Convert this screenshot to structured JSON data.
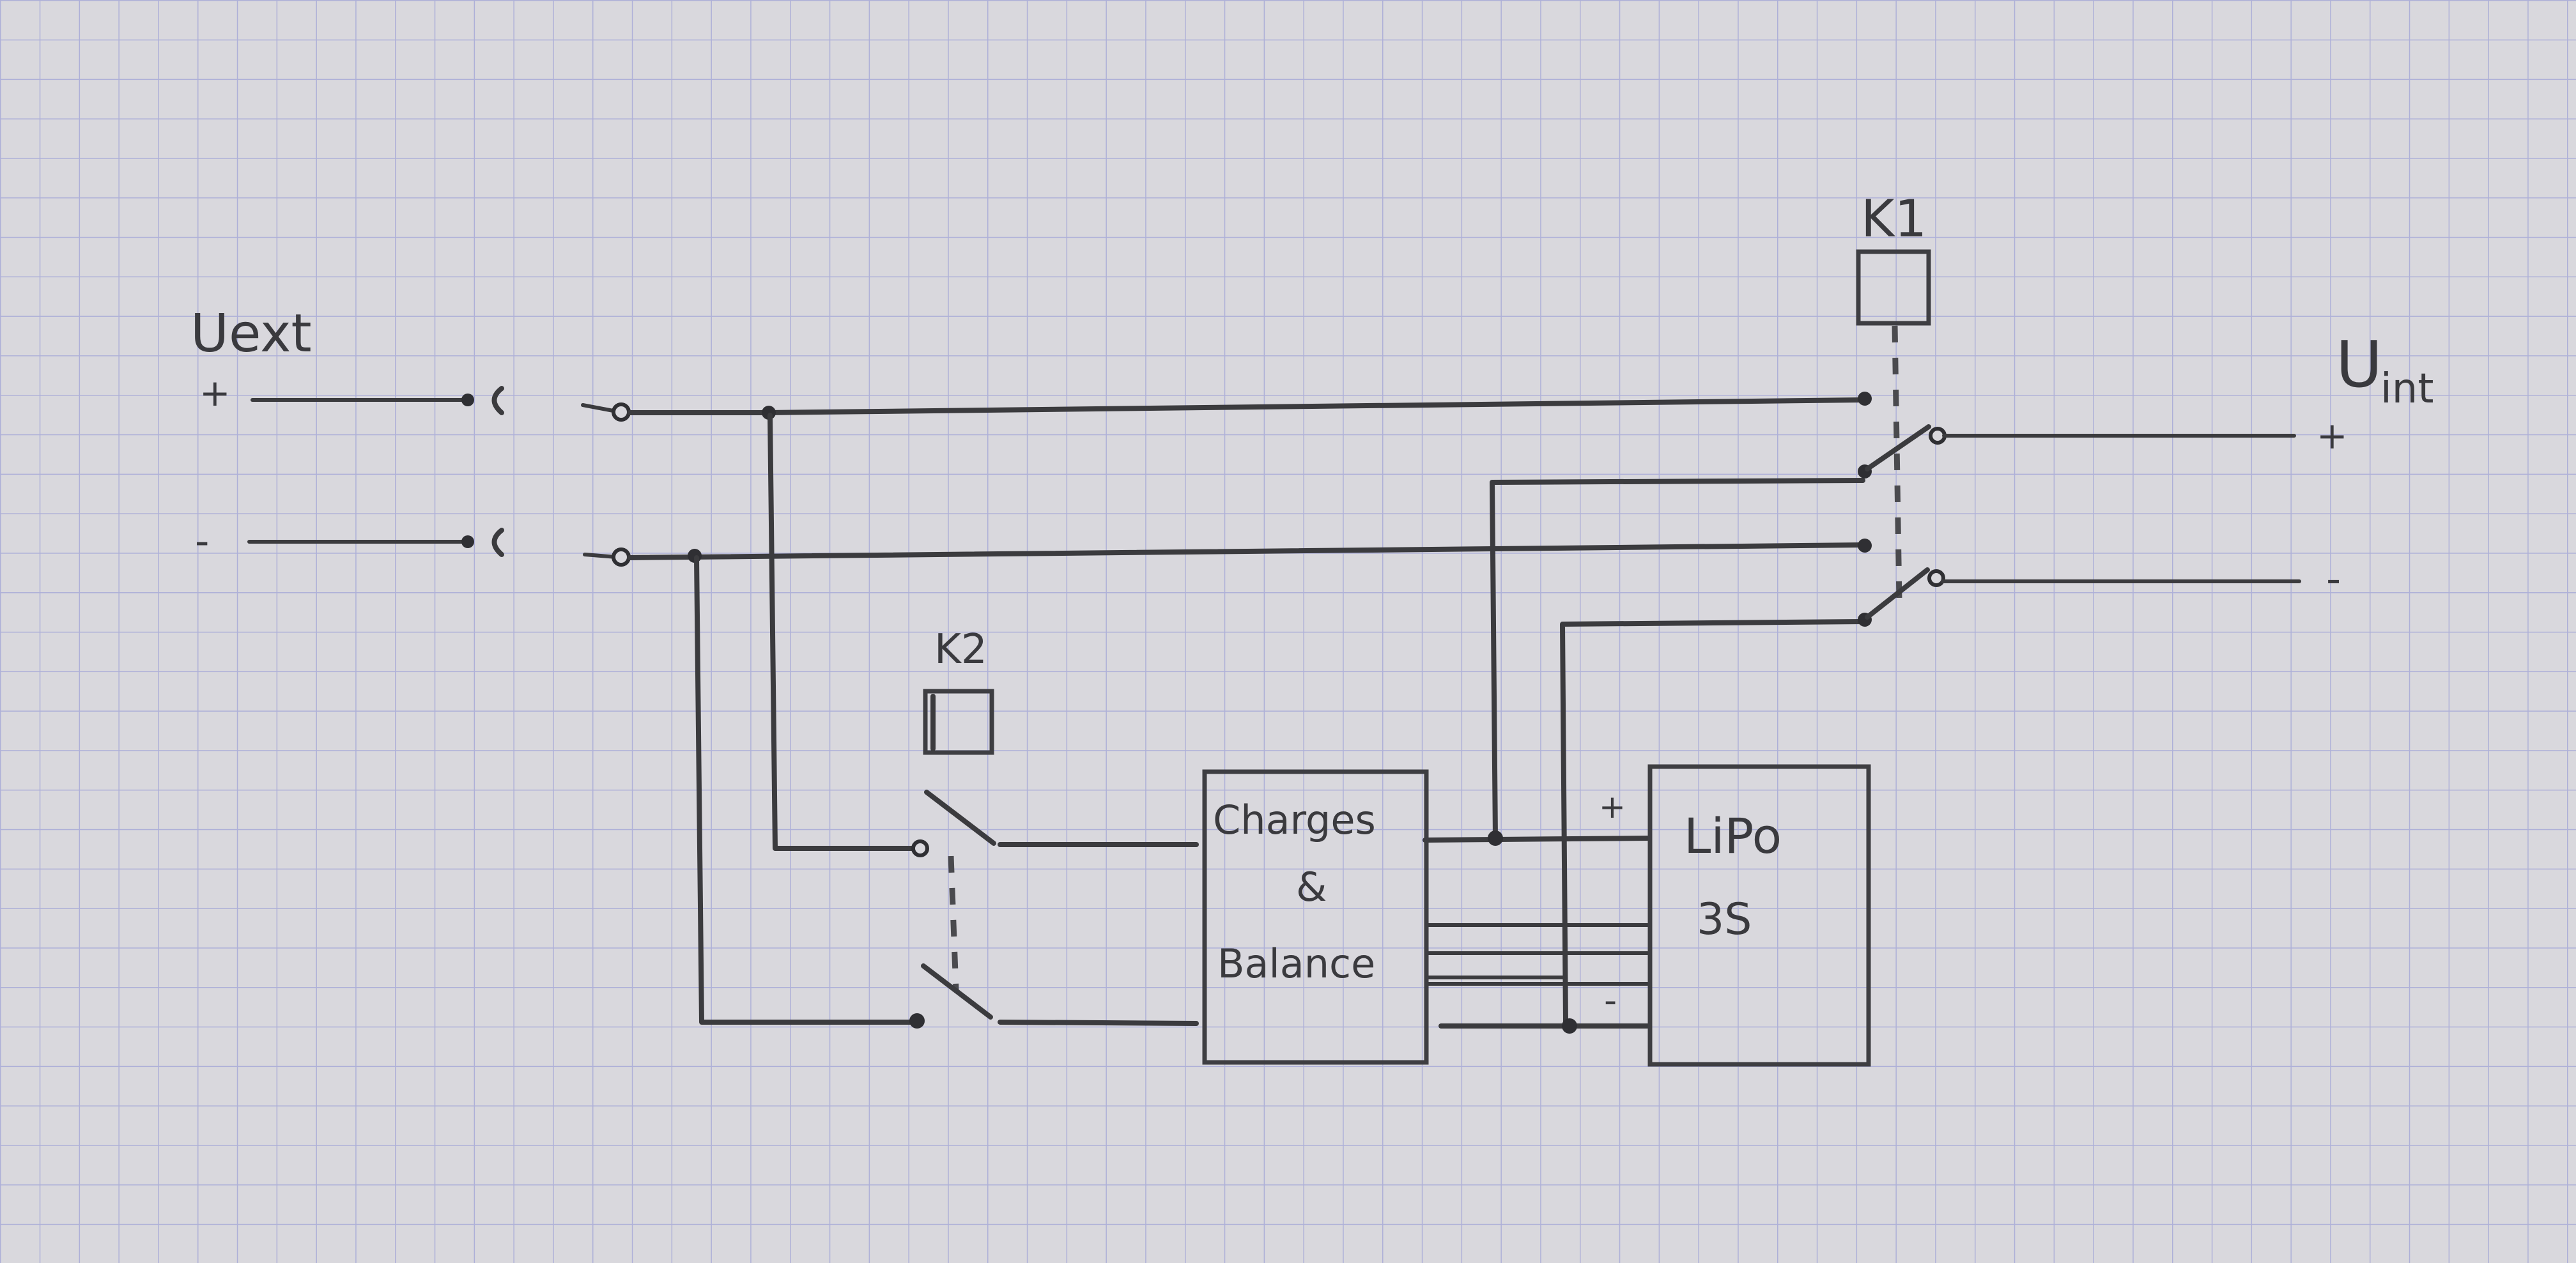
{
  "diagram": {
    "external_supply": {
      "label": "Uext",
      "plus": "+",
      "minus": "-"
    },
    "internal_supply": {
      "label_main": "U",
      "label_sub": "int",
      "plus": "+",
      "minus": "-"
    },
    "relay_k1": {
      "label": "K1"
    },
    "relay_k2": {
      "label": "K2"
    },
    "charger": {
      "line1": "Charges",
      "line2": "&",
      "line3": "Balance"
    },
    "battery": {
      "line1": "LiPo",
      "line2": "3S",
      "plus": "+",
      "minus": "-"
    }
  },
  "colors": {
    "paper": "#d9d8dd",
    "grid": "#aeb0d8",
    "ink": "#3b3b3e"
  }
}
